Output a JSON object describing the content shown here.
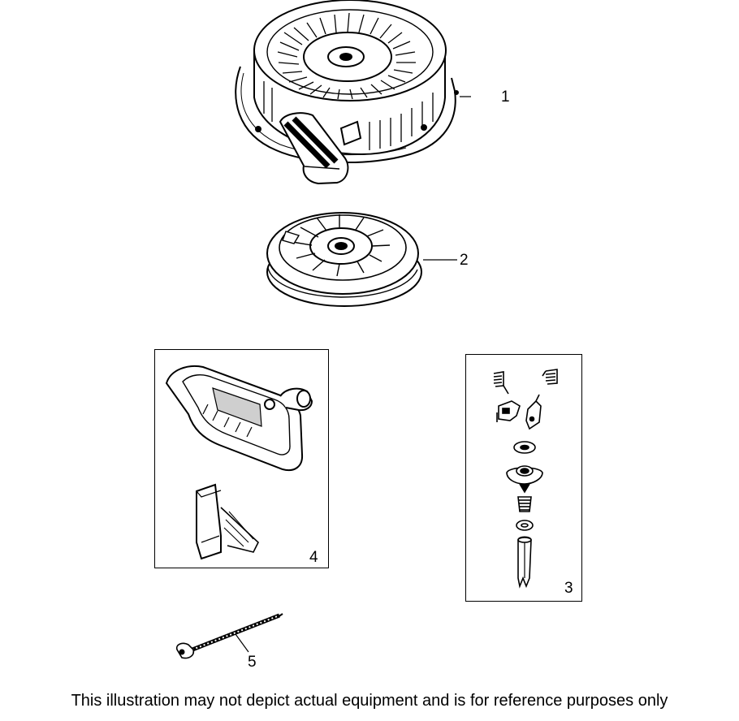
{
  "callouts": {
    "recoil_starter": "1",
    "pulley": "2",
    "pawl_kit": "3",
    "handle_kit": "4",
    "rope": "5"
  },
  "caption": "This illustration may not depict actual equipment and is for reference purposes only",
  "colors": {
    "ink": "#000000",
    "paper": "#ffffff",
    "shade": "#cfcfcf"
  }
}
